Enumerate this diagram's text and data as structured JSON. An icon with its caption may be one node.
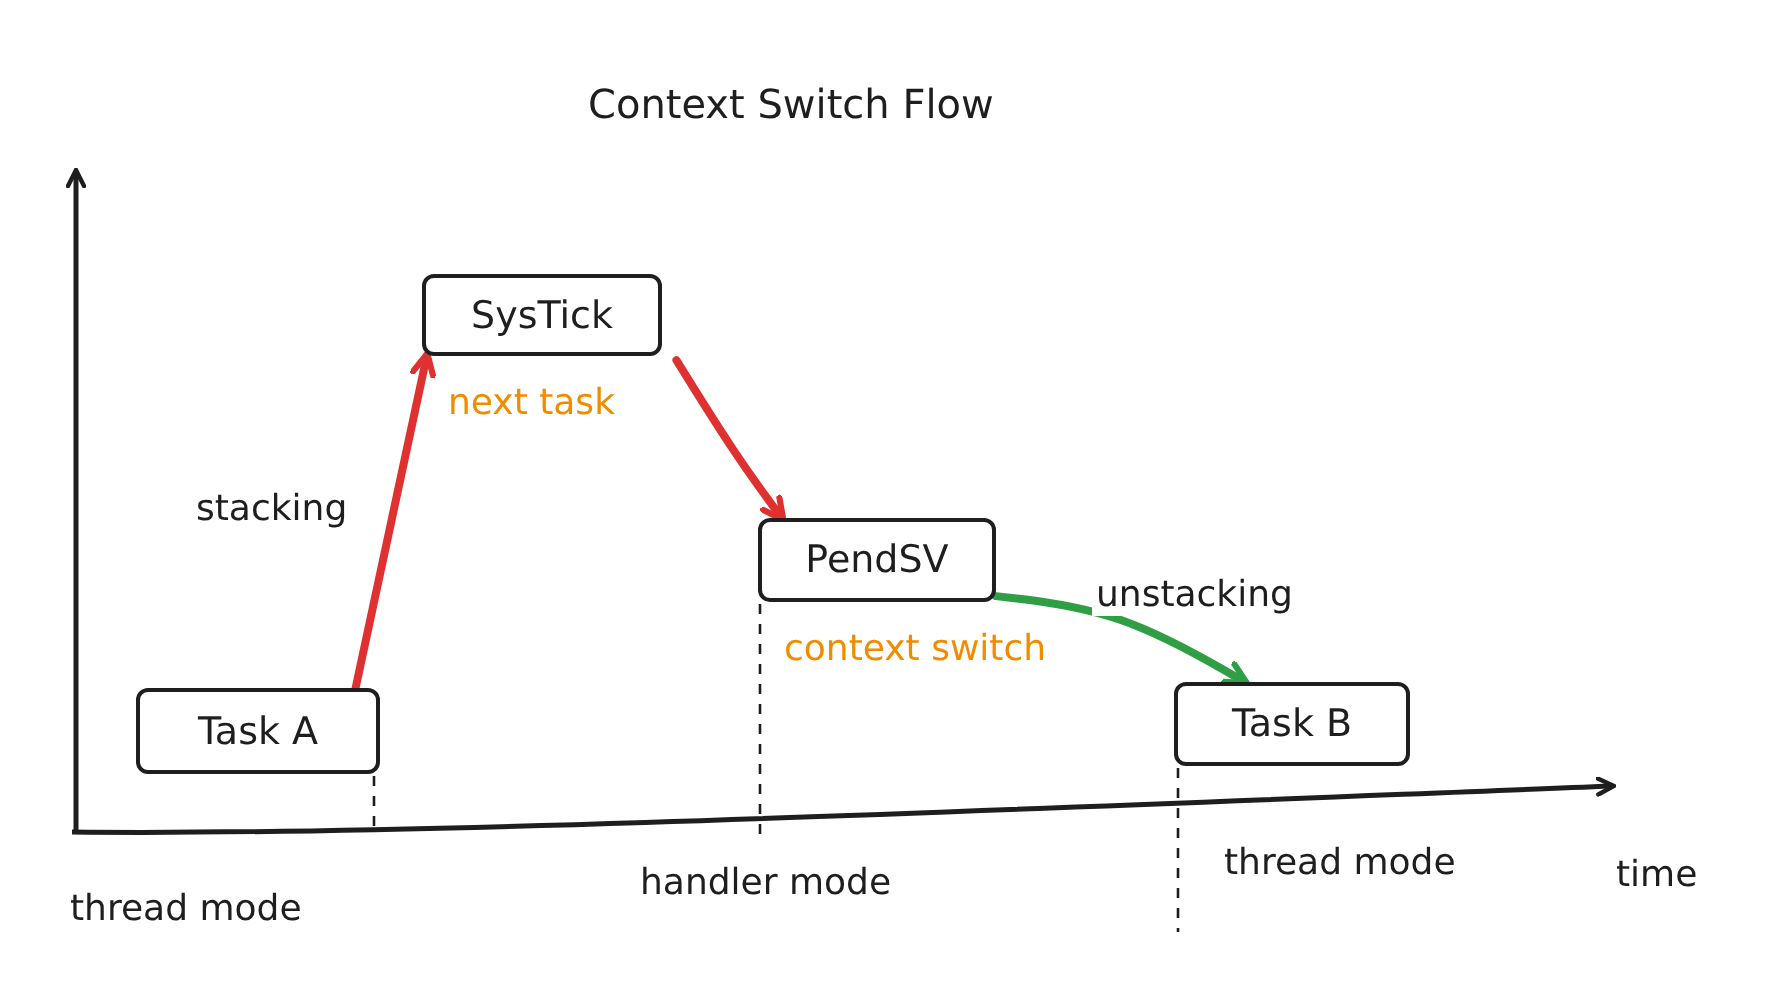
{
  "diagram": {
    "title": "Context Switch Flow",
    "nodes": [
      {
        "text": [
          "SysTick"
        ],
        "beside": [
          "next task"
        ]
      },
      {
        "text": [
          "PendSV"
        ],
        "beside": [
          "context switch"
        ]
      },
      {
        "text": [
          "Task A"
        ]
      },
      {
        "text": [
          "Task B"
        ]
      }
    ],
    "edges": [
      {
        "from": 2,
        "to": 0,
        "arrow": "to",
        "label": "stacking"
      },
      {
        "from": 0,
        "to": 1,
        "arrow": "to"
      },
      {
        "from": 1,
        "to": 3,
        "arrow": "to",
        "label": "unstacking",
        "color": "#2f9e44"
      }
    ],
    "labels": [
      "thread mode",
      "handler mode",
      "thread mode",
      "time"
    ]
  }
}
